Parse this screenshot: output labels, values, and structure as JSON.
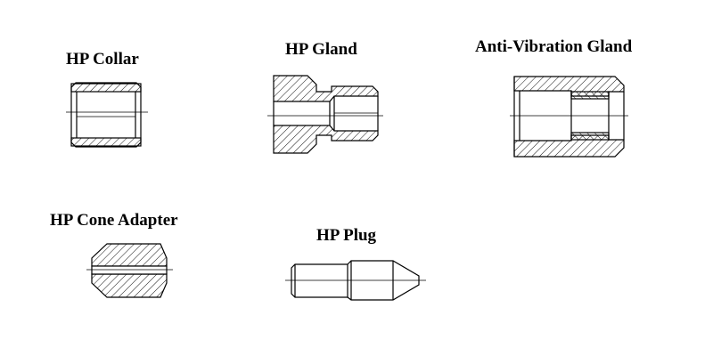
{
  "parts": {
    "hp_collar": {
      "label": "HP Collar"
    },
    "hp_gland": {
      "label": "HP Gland"
    },
    "anti_vibration_gland": {
      "label": "Anti-Vibration Gland"
    },
    "hp_cone_adapter": {
      "label": "HP Cone Adapter"
    },
    "hp_plug": {
      "label": "HP Plug"
    }
  },
  "colors": {
    "line": "#000000",
    "background": "#ffffff"
  }
}
